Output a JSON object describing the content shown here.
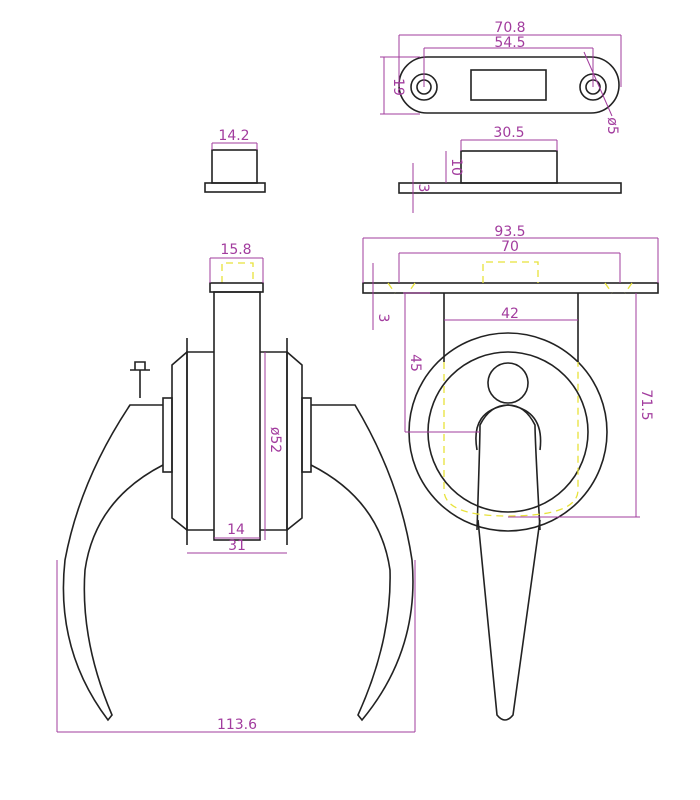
{
  "dimensions": {
    "top_plate_length": "70.8",
    "top_plate_hole_spacing": "54.5",
    "top_plate_width": "19",
    "hole_diameter": "ø5",
    "block_width": "30.5",
    "block_height": "10",
    "plate_thickness": "3",
    "small_part_width": "14.2",
    "cap_width": "15.8",
    "rose_diameter": "ø52",
    "spindle_width": "14",
    "spindle_base_width": "31",
    "handle_span": "113.6",
    "mount_plate_length": "93.5",
    "mount_hole_spacing": "70",
    "mount_plate_thickness": "3",
    "bracket_width": "42",
    "center_height": "45",
    "total_height": "71.5"
  }
}
